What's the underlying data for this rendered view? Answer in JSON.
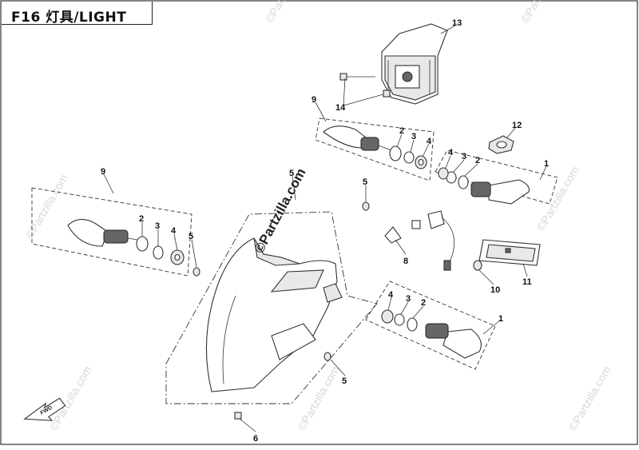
{
  "title": "F16 灯具/LIGHT",
  "watermark": "©Partzilla.com",
  "fwd_label": "FWD",
  "callouts": {
    "c13": "13",
    "c14": "14",
    "c9_top": "9",
    "c2_tl": "2",
    "c3_tl": "3",
    "c4_tl": "4",
    "c12": "12",
    "c4_tr": "4",
    "c3_tr": "3",
    "c2_tr": "2",
    "c1_tr": "1",
    "c9_left": "9",
    "c5_upper": "5",
    "c5_mid": "5",
    "c2_l": "2",
    "c3_l": "3",
    "c4_l": "4",
    "c5_left": "5",
    "c8": "8",
    "c11": "11",
    "c10": "10",
    "c4_br": "4",
    "c3_br": "3",
    "c2_br": "2",
    "c1_br": "1",
    "c5_lower": "5",
    "c6": "6"
  }
}
